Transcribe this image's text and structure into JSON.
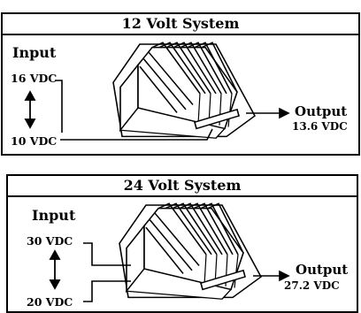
{
  "panels": [
    {
      "title": "12 Volt System",
      "input_label": "Input",
      "input_high": "16 VDC",
      "input_low": "10 VDC",
      "output_label": "Output",
      "output_value": "13.6 VDC"
    },
    {
      "title": "24 Volt System",
      "input_label": "Input",
      "input_high": "30 VDC",
      "input_low": "20 VDC",
      "output_label": "Output",
      "output_value": "27.2 VDC"
    }
  ],
  "icons": [
    "up-down-arrow-icon",
    "right-arrow-icon",
    "heatsink-converter-icon"
  ]
}
